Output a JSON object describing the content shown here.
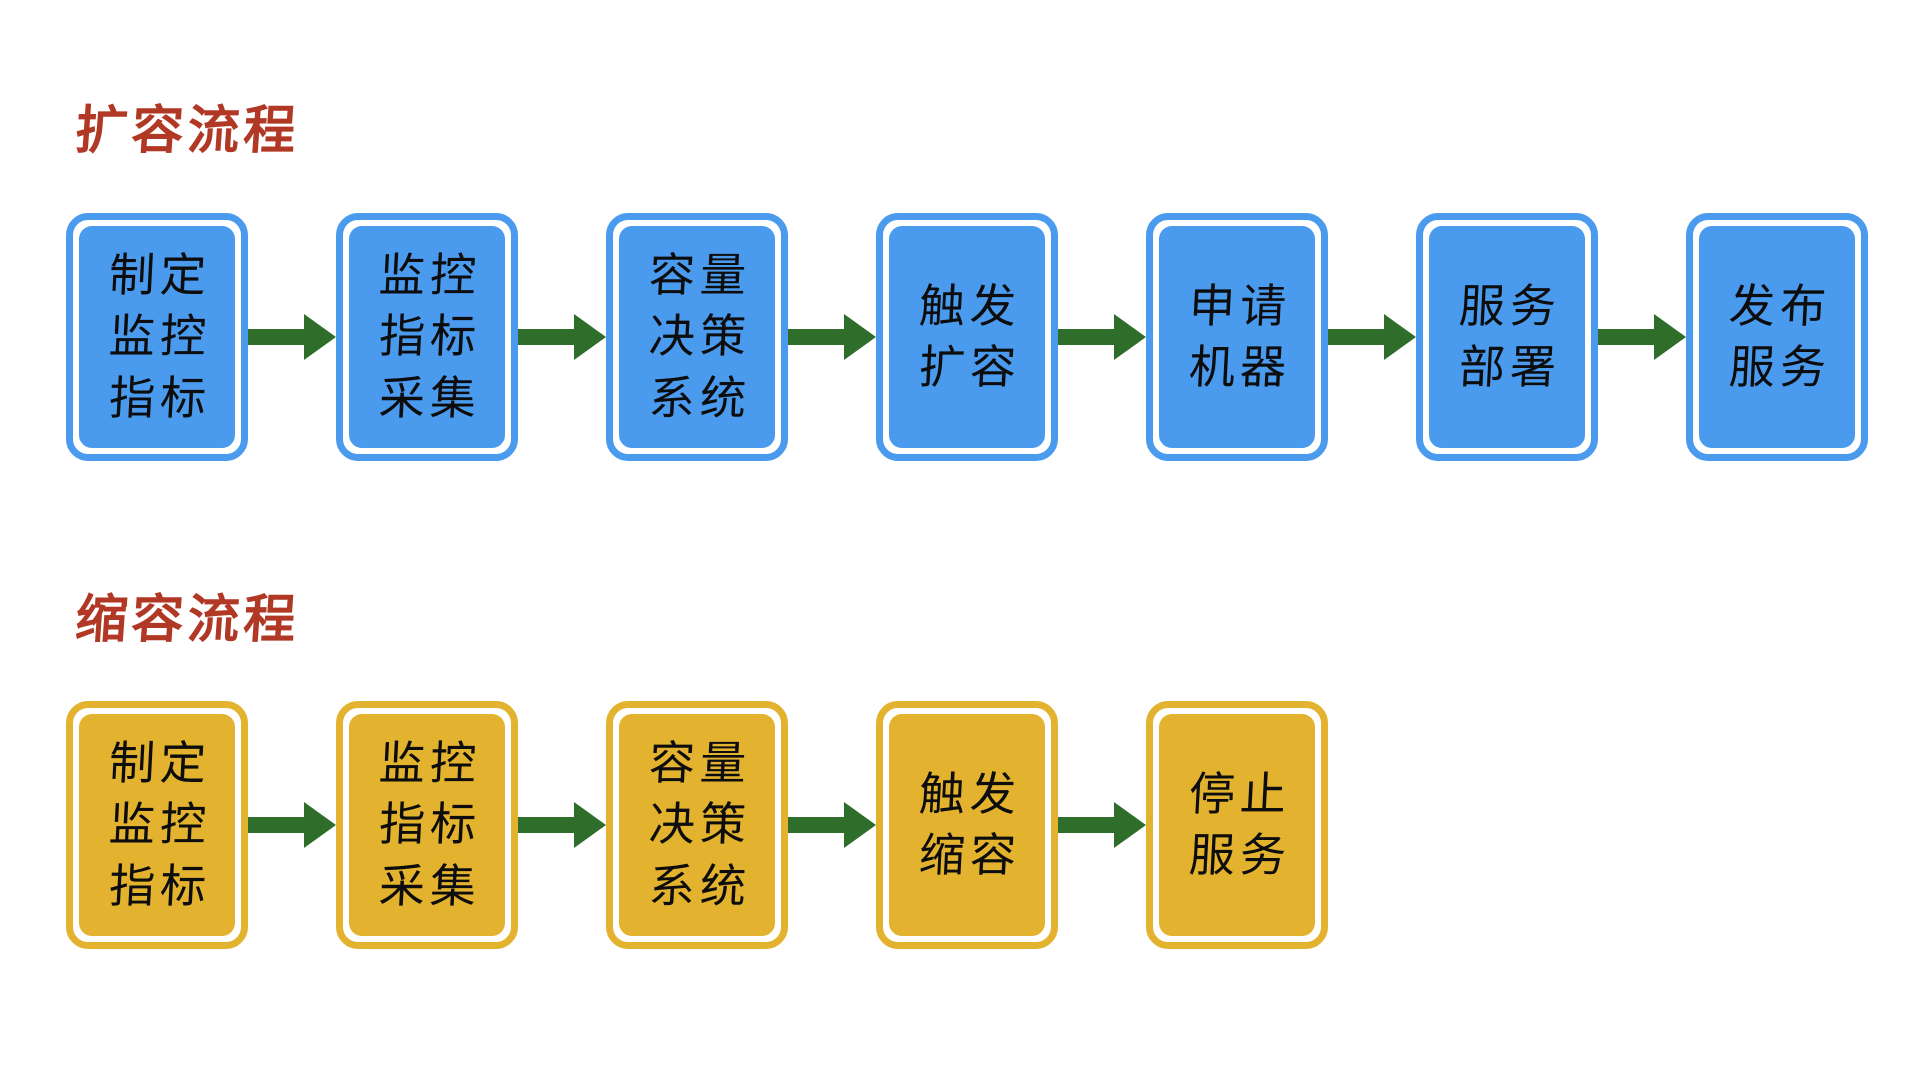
{
  "diagram": {
    "type": "flowchart",
    "background_color": "#ffffff",
    "title_color": "#b03824",
    "arrow_color": "#2f6d2b",
    "sections": [
      {
        "id": "expand",
        "title": "扩容流程",
        "node_fill": "#4a9aee",
        "node_border": "#4a9aee",
        "node_ring": "#ffffff",
        "nodes": [
          {
            "id": "expand-1",
            "lines": [
              "制定",
              "监控",
              "指标"
            ]
          },
          {
            "id": "expand-2",
            "lines": [
              "监控",
              "指标",
              "采集"
            ]
          },
          {
            "id": "expand-3",
            "lines": [
              "容量",
              "决策",
              "系统"
            ]
          },
          {
            "id": "expand-4",
            "lines": [
              "触发",
              "扩容"
            ]
          },
          {
            "id": "expand-5",
            "lines": [
              "申请",
              "机器"
            ]
          },
          {
            "id": "expand-6",
            "lines": [
              "服务",
              "部署"
            ]
          },
          {
            "id": "expand-7",
            "lines": [
              "发布",
              "服务"
            ]
          }
        ]
      },
      {
        "id": "shrink",
        "title": "缩容流程",
        "node_fill": "#e3b22e",
        "node_border": "#e3b22e",
        "node_ring": "#ffffff",
        "nodes": [
          {
            "id": "shrink-1",
            "lines": [
              "制定",
              "监控",
              "指标"
            ]
          },
          {
            "id": "shrink-2",
            "lines": [
              "监控",
              "指标",
              "采集"
            ]
          },
          {
            "id": "shrink-3",
            "lines": [
              "容量",
              "决策",
              "系统"
            ]
          },
          {
            "id": "shrink-4",
            "lines": [
              "触发",
              "缩容"
            ]
          },
          {
            "id": "shrink-5",
            "lines": [
              "停止",
              "服务"
            ]
          }
        ]
      }
    ]
  }
}
